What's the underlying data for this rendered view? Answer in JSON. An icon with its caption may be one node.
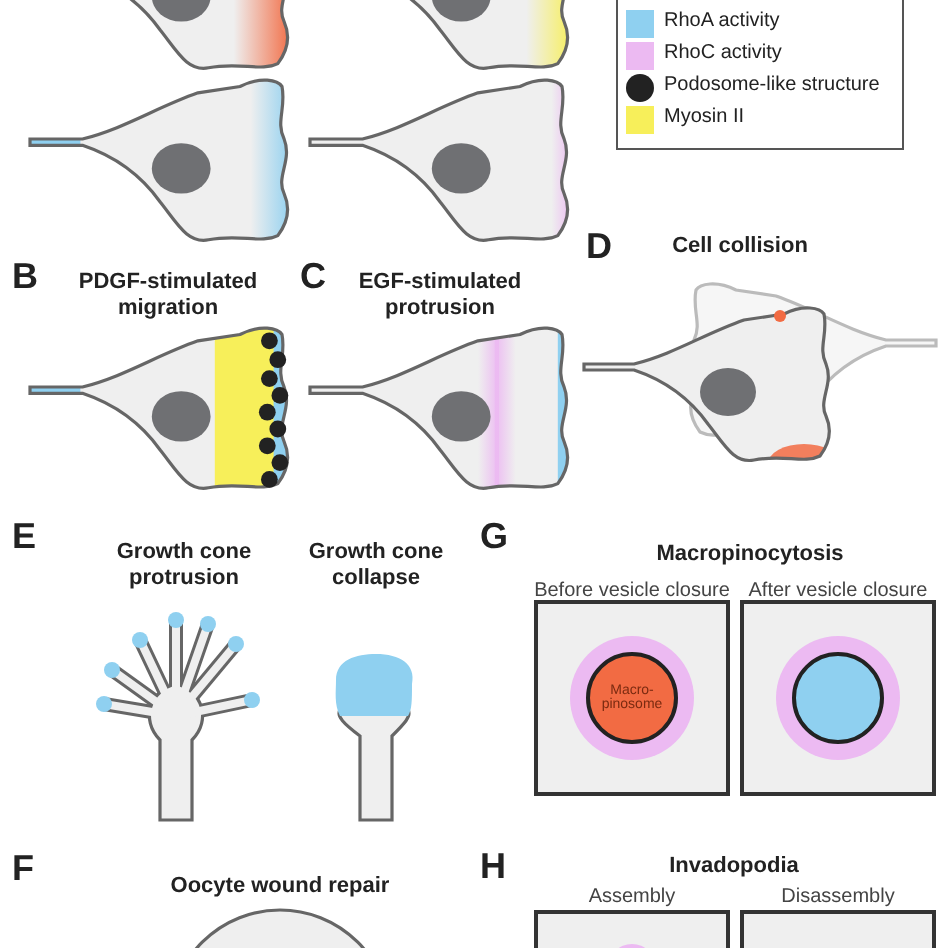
{
  "diagram": {
    "nodes": [
      {
        "text": [
          "Macro-pinosome"
        ]
      }
    ],
    "edges": [],
    "labels": [
      "B",
      "PDGF-stimulated migration",
      "C",
      "EGF-stimulated protrusion",
      "D",
      "Cell collision",
      "E",
      "Growth cone protrusion",
      "Growth cone collapse",
      "G",
      "Macropinocytosis",
      "Before vesicle closure",
      "After vesicle closure",
      "F",
      "Oocyte wound repair",
      "H",
      "Invadopodia",
      "Assembly",
      "Disassembly"
    ],
    "legend": [
      {
        "text": "RhoA activity",
        "color": "#8fd0f0"
      },
      {
        "text": "RhoC activity",
        "color": "#ecbaf2"
      },
      {
        "text": "Podosome-like structure"
      },
      {
        "text": "Myosin II",
        "color": "#f7ef5a"
      }
    ]
  }
}
